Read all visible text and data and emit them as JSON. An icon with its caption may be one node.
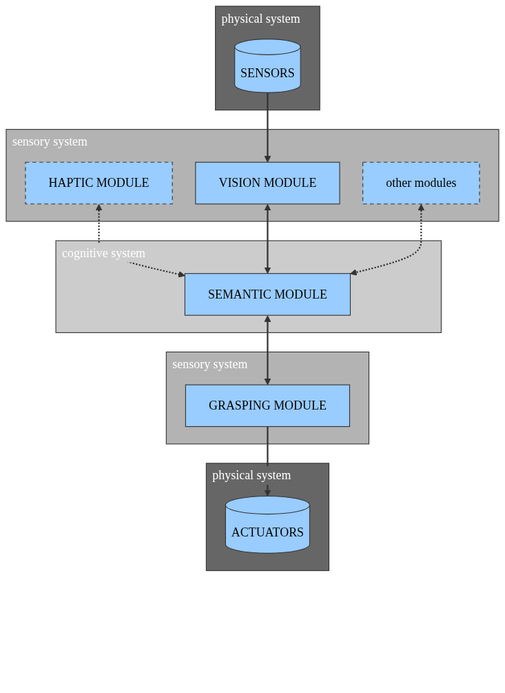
{
  "diagram": {
    "nodes": [
      {
        "text": [
          "physical system"
        ]
      },
      {
        "text": [
          "SENSORS"
        ],
        "in": 0
      },
      {
        "text": [
          "sensory system"
        ]
      },
      {
        "text": [
          "HAPTIC MODULE"
        ],
        "in": 2
      },
      {
        "text": [
          "VISION MODULE"
        ],
        "in": 2
      },
      {
        "text": [
          "other modules"
        ],
        "in": 2
      },
      {
        "text": [
          "cognitive system"
        ]
      },
      {
        "text": [
          "SEMANTIC MODULE"
        ],
        "in": 6
      },
      {
        "text": [
          "sensory system"
        ]
      },
      {
        "text": [
          "GRASPING MODULE"
        ],
        "in": 8
      },
      {
        "text": [
          "physical system"
        ]
      },
      {
        "text": [
          "ACTUATORS"
        ],
        "in": 10
      }
    ],
    "edges": [
      {
        "from": 1,
        "to": 4,
        "arrow": "to"
      },
      {
        "from": 3,
        "to": 7,
        "arrow": "both",
        "style": "dashed"
      },
      {
        "from": 4,
        "to": 7,
        "arrow": "both"
      },
      {
        "from": 5,
        "to": 7,
        "arrow": "both",
        "style": "dashed"
      },
      {
        "from": 7,
        "to": 9,
        "arrow": "both"
      },
      {
        "from": 9,
        "to": 11,
        "arrow": "to"
      }
    ]
  }
}
